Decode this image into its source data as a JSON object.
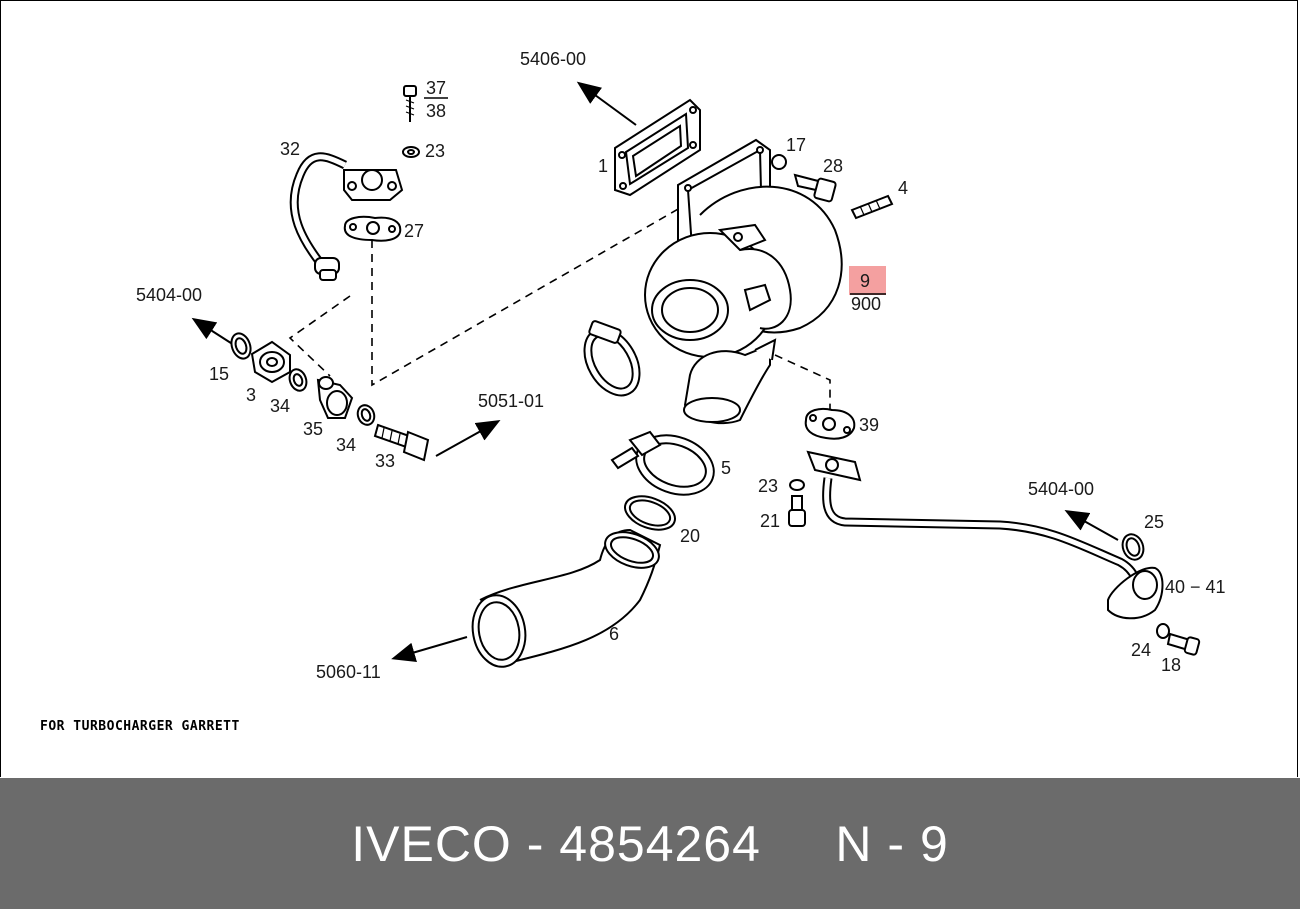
{
  "diagram": {
    "caption": "FOR TURBOCHARGER GARRETT",
    "labels": {
      "l5406_00": "5406-00",
      "l37": "37",
      "l38": "38",
      "l23a": "23",
      "l32": "32",
      "l27": "27",
      "l1": "1",
      "l17": "17",
      "l28": "28",
      "l4": "4",
      "l9": "9",
      "l900": "900",
      "l5404_00a": "5404-00",
      "l15": "15",
      "l3": "3",
      "l34a": "34",
      "l35": "35",
      "l34b": "34",
      "l33": "33",
      "l5051_01": "5051-01",
      "l39": "39",
      "l5": "5",
      "l23b": "23",
      "l21": "21",
      "l20": "20",
      "l5404_00b": "5404-00",
      "l25": "25",
      "l40_41": "40 − 41",
      "l6": "6",
      "l24": "24",
      "l18": "18",
      "l5060_11": "5060-11"
    },
    "highlight_color": "#f4a0a0"
  },
  "footer": {
    "brand": "IVECO",
    "separator1": " - ",
    "part_number": "4854264",
    "gap": "     ",
    "position_prefix": "N",
    "separator2": " - ",
    "position_number": "9"
  }
}
